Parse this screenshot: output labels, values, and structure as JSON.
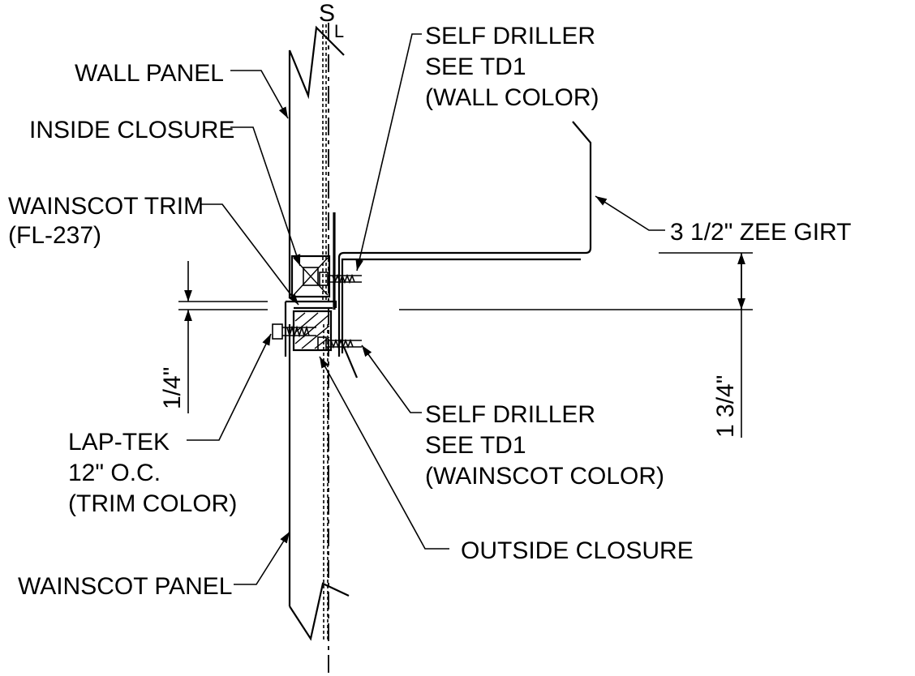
{
  "labels": {
    "sl_symbol": "S",
    "sl_symbol_sub": "L",
    "wall_panel": "WALL PANEL",
    "inside_closure": "INSIDE CLOSURE",
    "wainscot_trim_1": "WAINSCOT TRIM",
    "wainscot_trim_2": "(FL-237)",
    "self_driller_top_1": "SELF DRILLER",
    "self_driller_top_2": "SEE TD1",
    "self_driller_top_3": "(WALL COLOR)",
    "zee_girt": "3 1/2\" ZEE GIRT",
    "dim_quarter": "1/4\"",
    "dim_one_three_quarter": "1 3/4\"",
    "self_driller_bottom_1": "SELF DRILLER",
    "self_driller_bottom_2": "SEE TD1",
    "self_driller_bottom_3": "(WAINSCOT COLOR)",
    "lap_tek_1": "LAP-TEK",
    "lap_tek_2": "12\" O.C.",
    "lap_tek_3": "(TRIM COLOR)",
    "outside_closure": "OUTSIDE CLOSURE",
    "wainscot_panel": "WAINSCOT PANEL"
  }
}
